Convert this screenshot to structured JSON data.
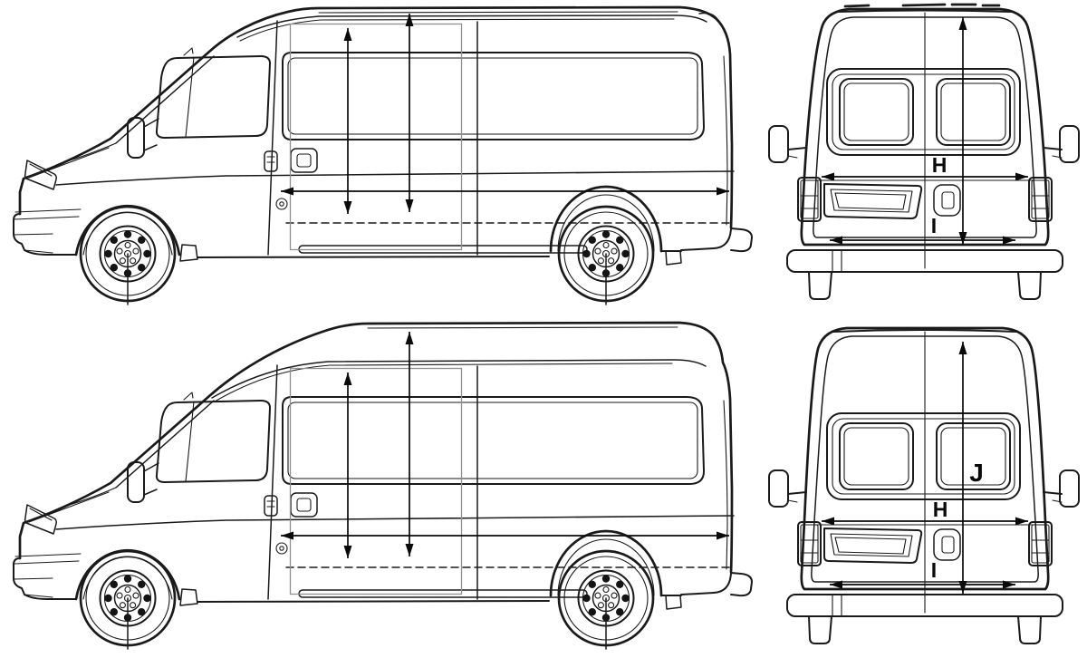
{
  "dimension_labels": {
    "rear_medium_roof": {
      "h": "H",
      "i": "I"
    },
    "rear_high_roof": {
      "j": "J",
      "h": "H",
      "i": "I"
    }
  },
  "colors": {
    "background": "#ffffff",
    "line": "#1a1a1a",
    "dimension_line": "#0a0a0a",
    "aperture_overlay": "#8f8f8f"
  }
}
